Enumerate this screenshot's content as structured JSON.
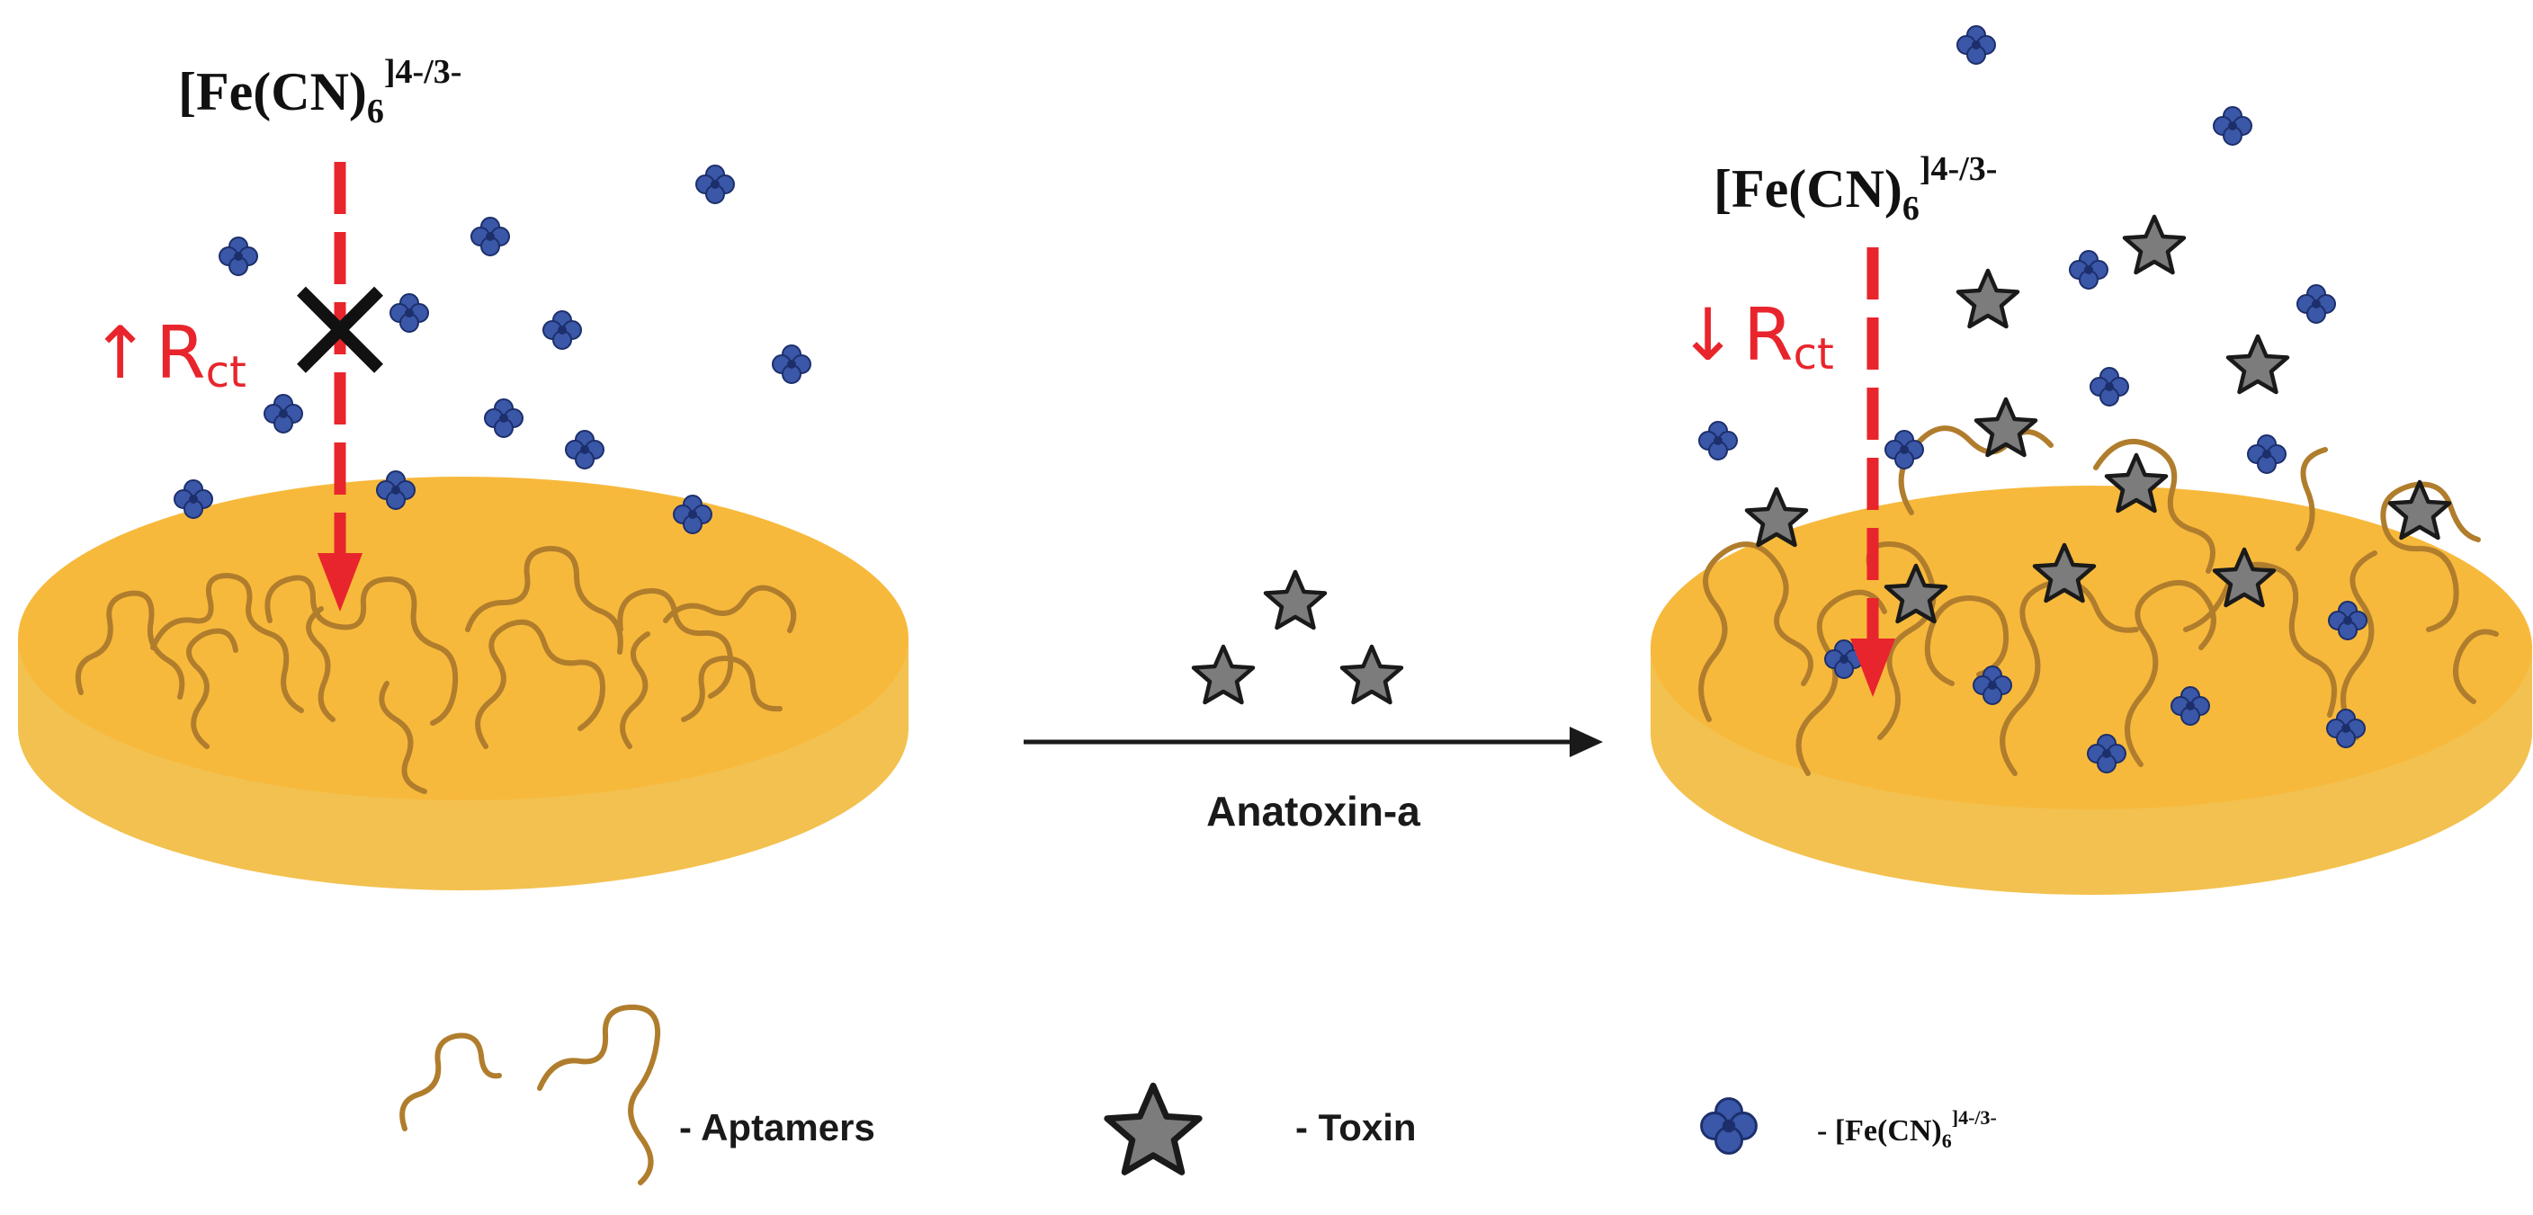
{
  "left_panel": {
    "probe_label": "[Fe(CN)",
    "probe_sub": "6",
    "probe_charge": "]4-/3-",
    "rct_arrow": "↑",
    "rct_main": "R",
    "rct_sub": "ct",
    "blocked_mark": "×"
  },
  "right_panel": {
    "probe_label": "[Fe(CN)",
    "probe_sub": "6",
    "probe_charge": "]4-/3-",
    "rct_arrow": "↓",
    "rct_main": "R",
    "rct_sub": "ct"
  },
  "reaction": {
    "reagent_label": "Anatoxin-a"
  },
  "legend": {
    "aptamers_label": "- Aptamers",
    "toxin_label": "- Toxin",
    "probe_prefix": "- [Fe(CN)",
    "probe_sub": "6",
    "probe_charge": "]4-/3-"
  },
  "colors": {
    "gold_top": "#f7b93c",
    "gold_side": "#f2c050",
    "aptamer": "#b07d2d",
    "probe_blue": "#2e4a9a",
    "toxin_gray": "#7c7c7c",
    "arrow_red": "#e8252c"
  }
}
